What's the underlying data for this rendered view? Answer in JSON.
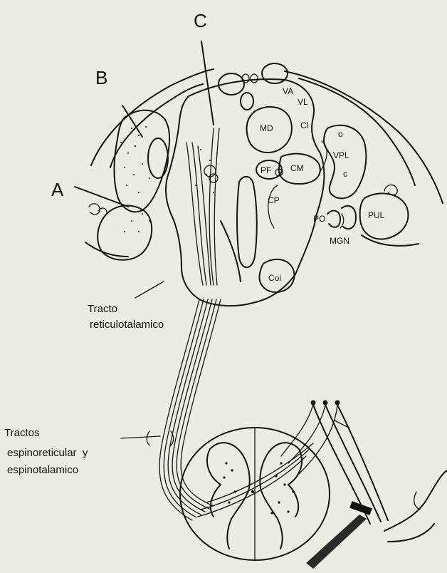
{
  "markers": {
    "a": "A",
    "b": "B",
    "c": "C"
  },
  "nuclei": {
    "va": "VA",
    "vl": "VL",
    "md": "MD",
    "cl": "Cl",
    "o": "o",
    "vpl": "VPL",
    "c": "c",
    "pf": "PF",
    "cm": "CM",
    "cp": "CP",
    "po": "PO",
    "pul": "PUL",
    "mgn": "MGN",
    "coi": "Coi"
  },
  "captions": {
    "reticulo_line1": "Tracto",
    "reticulo_line2": "reticulotalamico",
    "spino_line1": "Tractos",
    "spino_line2": "espinoreticular  y",
    "spino_line3": "espinotalamico"
  },
  "colors": {
    "background": "#ecece2",
    "ink": "#151515"
  }
}
